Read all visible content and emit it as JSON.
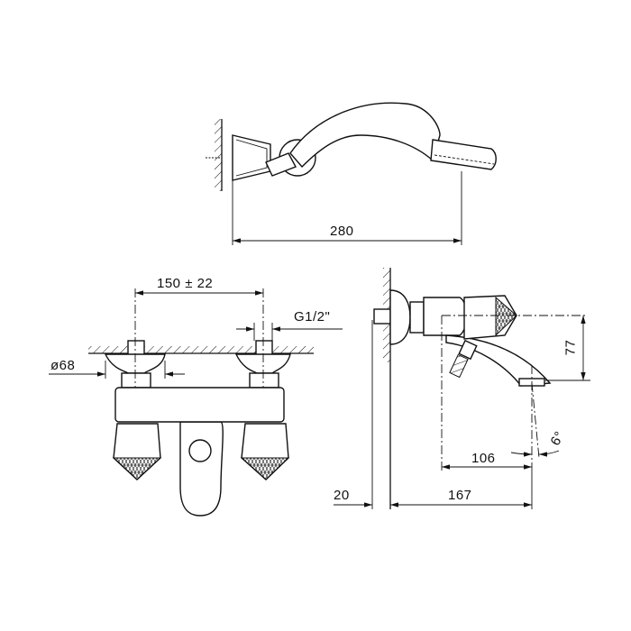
{
  "drawing": {
    "hand_shower_length": "280",
    "inlet_spacing": "150  ±  22",
    "thread_size": "G1/2\"",
    "flange_diameter": "ø68",
    "spout_height": "77",
    "spout_reach_from_axis": "106",
    "spout_angle": "6°",
    "wall_offset": "20",
    "total_projection": "167"
  }
}
